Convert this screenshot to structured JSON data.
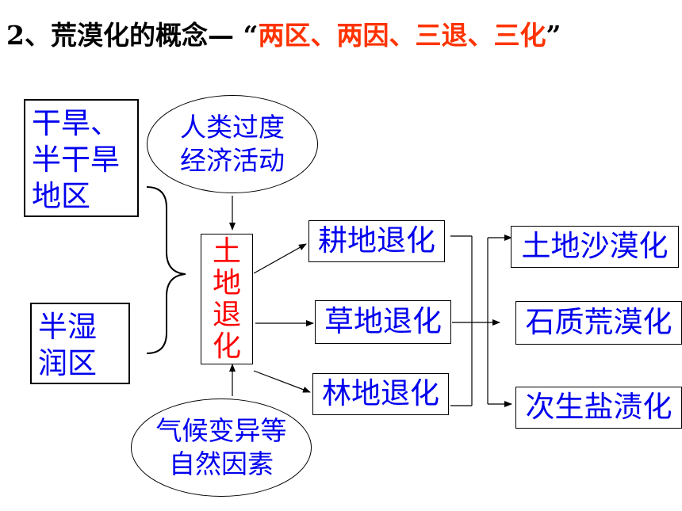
{
  "title": {
    "prefix": "2、荒漠化的概念— “",
    "highlight": "两区、两因、三退、三化",
    "suffix": "”"
  },
  "regions": {
    "arid": [
      "干旱、",
      "半干旱",
      "地区"
    ],
    "semi_humid": [
      "半湿",
      "润区"
    ]
  },
  "causes": {
    "human": [
      "人类过度",
      "经济活动"
    ],
    "natural": [
      "气候变异等",
      "自然因素"
    ]
  },
  "land_degradation": [
    "土",
    "地",
    "退",
    "化"
  ],
  "degradations": [
    "耕地退化",
    "草地退化",
    "林地退化"
  ],
  "results": [
    "土地沙漠化",
    "石质荒漠化",
    "次生盐渍化"
  ],
  "colors": {
    "title_highlight": "#ff3300",
    "box_text": "#0000ee",
    "center_text": "#ff0000"
  }
}
